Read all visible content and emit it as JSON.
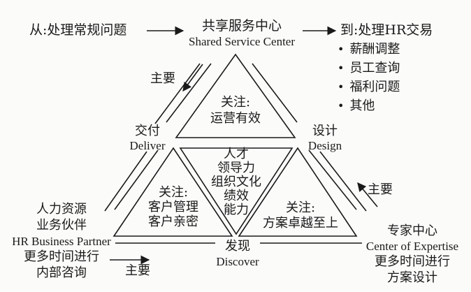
{
  "top": {
    "from_text": "从:处理常规问题",
    "ssc_title_cn": "共享服务中心",
    "ssc_title_en": "Shared Service Center",
    "to_text": "到:处理HR交易",
    "to_items": [
      "薪酬调整",
      "员工查询",
      "福利问题",
      "其他"
    ]
  },
  "arrows": {
    "primary_left": "主要",
    "primary_right": "主要",
    "primary_bottom": "主要"
  },
  "nodes": {
    "deliver_cn": "交付",
    "deliver_en": "Deliver",
    "design_cn": "设计",
    "design_en": "Design",
    "discover_cn": "发现",
    "discover_en": "Discover"
  },
  "triangles": {
    "top_focus_title": "关注:",
    "top_focus_text": "运营有效",
    "center_lines": [
      "人才",
      "领导力",
      "组织文化",
      "绩效",
      "能力"
    ],
    "left_focus_title": "关注:",
    "left_focus_lines": [
      "客户管理",
      "客户亲密"
    ],
    "right_focus_title": "关注:",
    "right_focus_text": "方案卓越至上"
  },
  "hrbp": {
    "lines": [
      "人力资源",
      "业务伙伴",
      "HR Business Partner",
      "更多时间进行",
      "内部咨询"
    ]
  },
  "coe": {
    "lines": [
      "专家中心",
      "Center of Expertise",
      "更多时间进行",
      "方案设计"
    ]
  }
}
